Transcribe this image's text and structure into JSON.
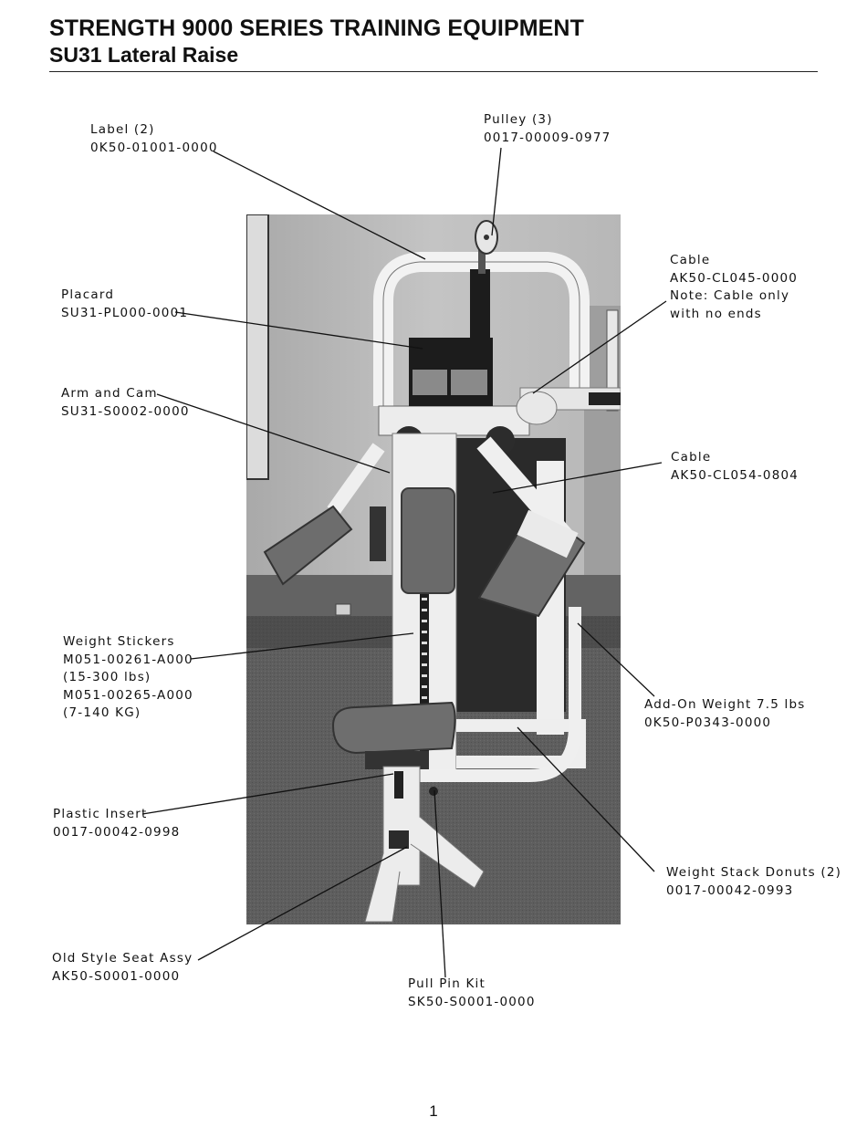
{
  "header": {
    "title": "STRENGTH 9000 SERIES TRAINING EQUIPMENT",
    "subtitle": "SU31 Lateral Raise"
  },
  "callouts": {
    "label": {
      "name": "Label (2)",
      "part": "0K50-01001-0000"
    },
    "pulley": {
      "name": "Pulley (3)",
      "part": "0017-00009-0977"
    },
    "placard": {
      "name": "Placard",
      "part": "SU31-PL000-0001"
    },
    "cable1": {
      "name": "Cable",
      "part": "AK50-CL045-0000",
      "note1": "Note: Cable only",
      "note2": "with no ends"
    },
    "armcam": {
      "name": "Arm and Cam",
      "part": "SU31-S0002-0000"
    },
    "cable2": {
      "name": "Cable",
      "part": "AK50-CL054-0804"
    },
    "stickers": {
      "name": "Weight Stickers",
      "part1": "M051-00261-A000",
      "range1": "(15-300 lbs)",
      "part2": "M051-00265-A000",
      "range2": "(7-140 KG)"
    },
    "addon": {
      "name": "Add-On Weight 7.5 lbs",
      "part": "0K50-P0343-0000"
    },
    "insert": {
      "name": "Plastic Insert",
      "part": "0017-00042-0998"
    },
    "donuts": {
      "name": "Weight Stack Donuts (2)",
      "part": "0017-00042-0993"
    },
    "seat": {
      "name": "Old Style Seat Assy",
      "part": "AK50-S0001-0000"
    },
    "pullpin": {
      "name": "Pull Pin Kit",
      "part": "SK50-S0001-0000"
    }
  },
  "page_number": "1"
}
